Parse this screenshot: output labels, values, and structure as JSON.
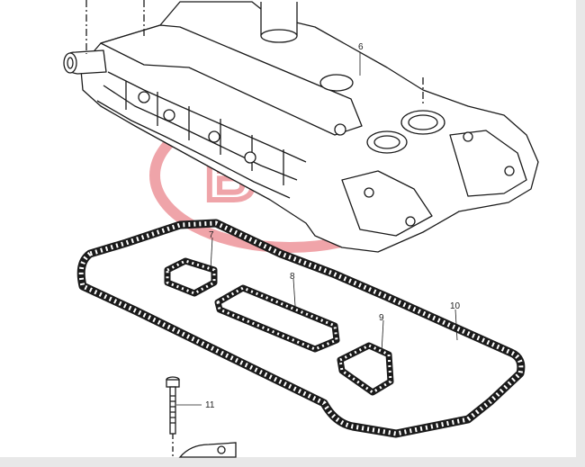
{
  "diagram": {
    "callouts": {
      "cover": "6",
      "gasket_left": "7",
      "gasket_mid": "8",
      "gasket_right": "9",
      "gasket_outer": "10",
      "bolt": "11"
    },
    "watermark": {
      "text": "BYD",
      "color": "#e35a63"
    },
    "colors": {
      "line": "#1a1a1a",
      "fill": "#ffffff",
      "frame": "#e8e8e8"
    }
  }
}
